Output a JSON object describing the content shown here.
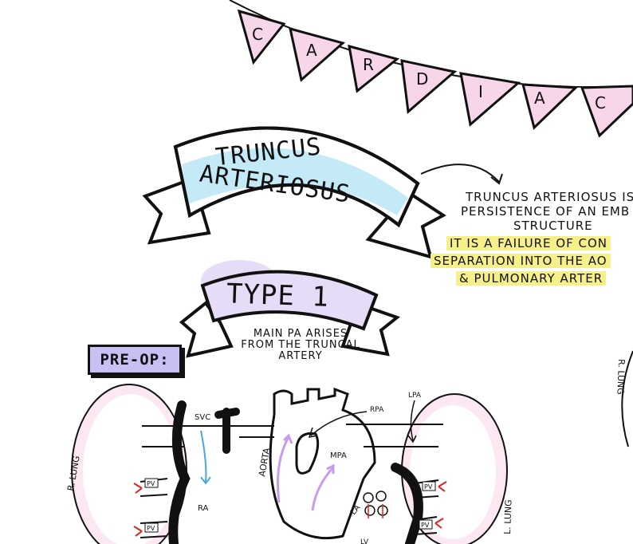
{
  "banner": {
    "letters": [
      "C",
      "A",
      "R",
      "D",
      "I",
      "A",
      "C"
    ],
    "pennant_color": "#f7d6ea"
  },
  "title_ribbon": {
    "line1": "TRUNCUS",
    "line2": "ARTERIOSUS",
    "highlight_color": "#bfe8f6"
  },
  "definition": {
    "line1": "TRUNCUS ARTERIOSUS IS",
    "line2": "PERSISTENCE OF AN EMB",
    "line3": "STRUCTURE",
    "highlight_line1": "IT IS A FAILURE OF CON",
    "highlight_line2": "SEPARATION INTO THE AO",
    "highlight_line3": "& PULMONARY ARTER",
    "highlight_color": "#f6f08a"
  },
  "type_ribbon": {
    "label": "TYPE 1",
    "fill_color": "#e6dcf7"
  },
  "subtitle": {
    "line1": "MAIN PA ARISES",
    "line2": "FROM THE TRUNCAL",
    "line3": "ARTERY"
  },
  "preop_badge": {
    "label": "PRE-OP:",
    "fill_color": "#c9bff2"
  },
  "diagram_labels": {
    "r_lung": "R. LUNG",
    "l_lung": "L. LUNG",
    "r_lung_right": "R. LUNG",
    "svc": "SVC",
    "ra": "RA",
    "aorta": "AORTA",
    "mpa": "MPA",
    "rpa": "RPA",
    "lpa": "LPA",
    "la": "LA",
    "pv": "PV",
    "lv": "LV"
  },
  "colors": {
    "lung_tint": "#fbe8f2",
    "flow_arrow_purple": "#c99bf0",
    "flow_arrow_blue": "#4aa8e0",
    "pv_arrow_red": "#e02020"
  }
}
